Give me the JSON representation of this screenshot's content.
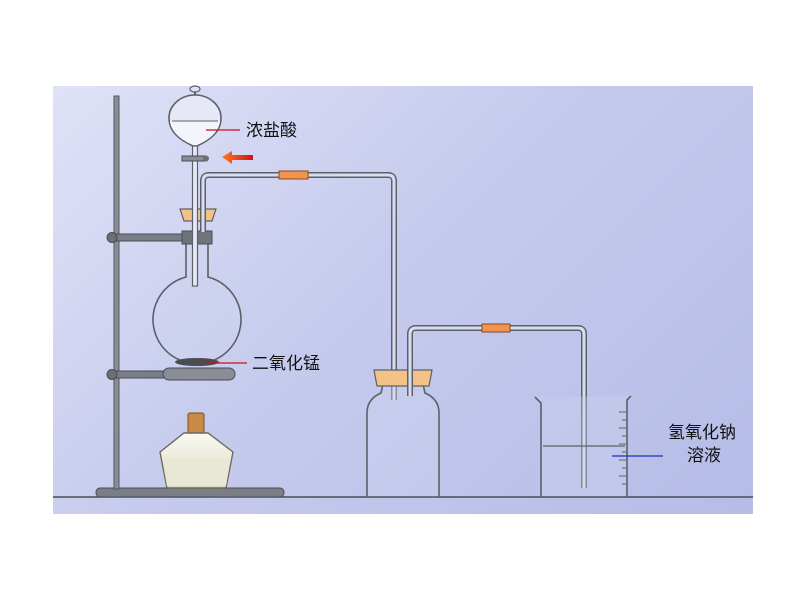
{
  "labels": {
    "hcl": "浓盐酸",
    "mno2": "二氧化锰",
    "naoh_line1": "氢氧化钠",
    "naoh_line2": "溶液"
  },
  "colors": {
    "background_top": "#dfe2f7",
    "background_bottom": "#b5bce6",
    "glass": "#5d6067",
    "stopper": "#f2c286",
    "rubber_tube": "#f0954f",
    "leader_red": "#cc1111",
    "leader_blue": "#1a2fbf",
    "arrow": "#e8401a"
  },
  "icons": [
    "separatory-funnel",
    "round-bottom-flask",
    "iron-stand",
    "alcohol-lamp",
    "gas-washing-bottle",
    "beaker",
    "flow-arrow"
  ]
}
